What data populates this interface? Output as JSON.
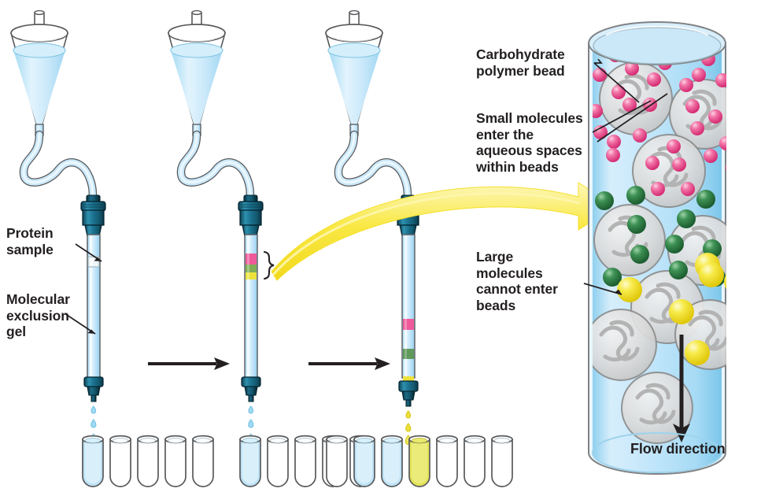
{
  "figure": {
    "title": "Size-exclusion (molecular exclusion) chromatography",
    "background_color": "#ffffff"
  },
  "labels": {
    "protein_sample": "Protein\nsample",
    "molecular_exclusion_gel": "Molecular\nexclusion\ngel",
    "carbohydrate_polymer_bead": "Carbohydrate\npolymer bead",
    "small_molecules": "Small molecules\nenter the\naqueous spaces\nwithin beads",
    "large_molecules": "Large\nmolecules\ncannot enter\nbeads",
    "flow_direction": "Flow direction"
  },
  "colors": {
    "text": "#231f20",
    "buffer_blue": "#bfe3f7",
    "buffer_blue_light": "#d9f0fb",
    "glass_outline": "#58595b",
    "fitting_teal_dark": "#13556b",
    "fitting_teal": "#1f7f9c",
    "fitting_teal_light": "#3ea3bf",
    "band_pink": "#ec4d8e",
    "band_green": "#4d8f52",
    "band_yellow": "#e8e020",
    "molecule_pink": "#ea4c89",
    "molecule_green": "#2e7d43",
    "molecule_yellow": "#f5e32a",
    "bead_gray": "#d9d9d9",
    "bead_outline": "#8c8c8c",
    "polymer_strand": "#b3b3b3",
    "arrow_black": "#231f20",
    "arrow_yellow": "#f7e53b",
    "eluate_yellow": "#e3e35a",
    "column_fill_top": "#cfeafb",
    "column_fill_bottom": "#a8dcf5"
  },
  "stages": [
    {
      "name": "stage-1-sample-loaded",
      "reservoir_filled": true,
      "bands": [
        {
          "color_key": "sample",
          "label": "protein sample plug"
        }
      ],
      "drip_color": "#8fd4f0",
      "tubes": [
        {
          "filled": true,
          "fill_color": "#bfe3f7"
        },
        {
          "filled": false
        },
        {
          "filled": false
        },
        {
          "filled": false
        },
        {
          "filled": false
        }
      ]
    },
    {
      "name": "stage-2-bands-forming",
      "reservoir_filled": true,
      "bands": [
        {
          "color_key": "band_pink"
        },
        {
          "color_key": "band_green"
        },
        {
          "color_key": "band_yellow"
        }
      ],
      "brace": true,
      "drip_color": "#8fd4f0",
      "tubes": [
        {
          "filled": true,
          "fill_color": "#bfe3f7"
        },
        {
          "filled": false
        },
        {
          "filled": false
        },
        {
          "filled": false
        },
        {
          "filled": false
        }
      ]
    },
    {
      "name": "stage-3-bands-separated",
      "reservoir_filled": true,
      "bands": [
        {
          "color_key": "band_pink"
        },
        {
          "color_key": "band_green"
        },
        {
          "color_key": "band_yellow"
        }
      ],
      "drip_color": "#e3e35a",
      "tubes": [
        {
          "filled": true,
          "fill_color": "#bfe3f7"
        },
        {
          "filled": true,
          "fill_color": "#bfe3f7"
        },
        {
          "filled": true,
          "fill_color": "#e3e35a"
        },
        {
          "filled": false
        },
        {
          "filled": false
        },
        {
          "filled": false
        }
      ]
    }
  ],
  "detail_column": {
    "name": "magnified-column-view",
    "flow_arrow_label": "Flow direction",
    "molecule_groups": [
      {
        "key": "pink",
        "meaning": "small molecules",
        "color": "#ea4c89",
        "count": 30
      },
      {
        "key": "green",
        "meaning": "medium molecules",
        "color": "#2e7d43",
        "count": 14
      },
      {
        "key": "yellow",
        "meaning": "large molecules",
        "color": "#f5e32a",
        "count": 8
      }
    ],
    "bead_count": 11
  },
  "process_arrows": [
    {
      "name": "stage-1-to-2-arrow"
    },
    {
      "name": "stage-2-to-3-arrow"
    },
    {
      "name": "magnify-arrow",
      "color": "#f7e53b"
    }
  ]
}
